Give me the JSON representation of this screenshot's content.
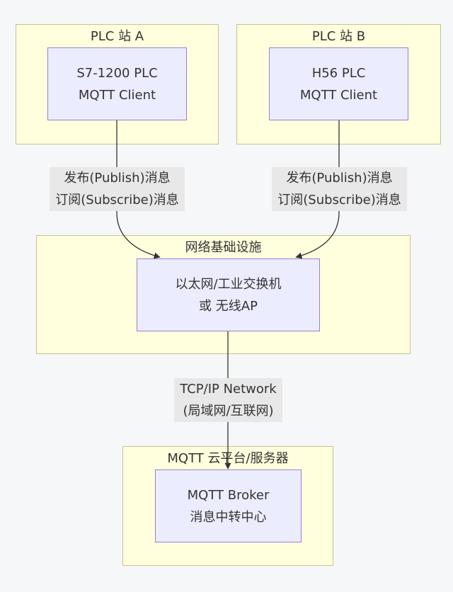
{
  "colors": {
    "background": "#f6f7f8",
    "group_fill": "#ffffde",
    "group_border": "#c4c48a",
    "node_fill": "#ececff",
    "node_border": "#9b7fd1",
    "edge": "#333333",
    "label_fill": "#e8e8e8"
  },
  "groups": {
    "plc_a": {
      "title": "PLC 站 A"
    },
    "plc_b": {
      "title": "PLC 站 B"
    },
    "network": {
      "title": "网络基础设施"
    },
    "cloud": {
      "title": "MQTT 云平台/服务器"
    }
  },
  "nodes": {
    "plc_a": {
      "line1": "S7-1200 PLC",
      "line2": "MQTT Client"
    },
    "plc_b": {
      "line1": "H56 PLC",
      "line2": "MQTT Client"
    },
    "switch": {
      "line1": "以太网/工业交换机",
      "line2": "或 无线AP"
    },
    "broker": {
      "line1": "MQTT Broker",
      "line2": "消息中转中心"
    }
  },
  "edges": {
    "plc_a_to_switch": {
      "line1": "发布(Publish)消息",
      "line2": "订阅(Subscribe)消息"
    },
    "plc_b_to_switch": {
      "line1": "发布(Publish)消息",
      "line2": "订阅(Subscribe)消息"
    },
    "switch_to_broker": {
      "line1": "TCP/IP Network",
      "line2": "(局域网/互联网)"
    }
  }
}
